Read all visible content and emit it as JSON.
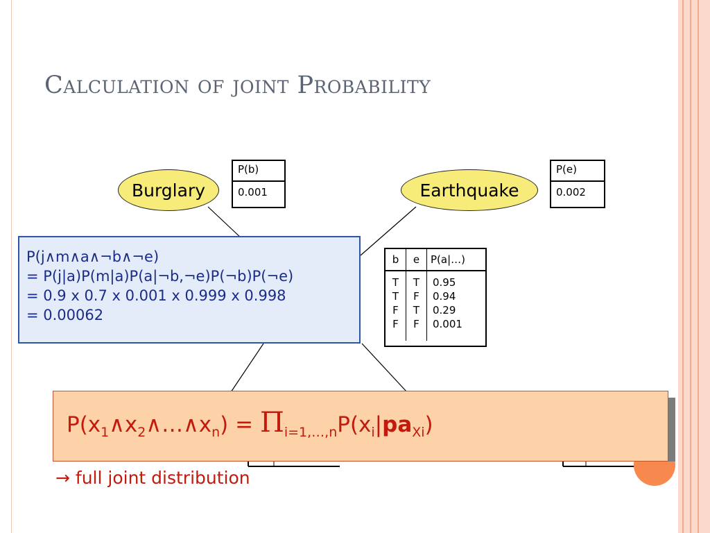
{
  "title": "Calculation of joint Probability",
  "nodes": {
    "burglary": "Burglary",
    "earthquake": "Earthquake"
  },
  "cpt_b": {
    "header": "P(b)",
    "value": "0.001"
  },
  "cpt_e": {
    "header": "P(e)",
    "value": "0.002"
  },
  "cpt_a": {
    "headers": [
      "b",
      "e",
      "P(a|…)"
    ],
    "rows": [
      [
        "T",
        "T",
        "0.95"
      ],
      [
        "T",
        "F",
        "0.94"
      ],
      [
        "F",
        "T",
        "0.29"
      ],
      [
        "F",
        "F",
        "0.001"
      ]
    ]
  },
  "calculation": {
    "line1": "P(j∧m∧a∧¬b∧¬e)",
    "line2": "= P(j|a)P(m|a)P(a|¬b,¬e)P(¬b)P(¬e)",
    "line3": "= 0.9 x 0.7 x 0.001 x 0.999 x 0.998",
    "line4": "= 0.00062"
  },
  "formula": {
    "lhs_p": "P(x",
    "sub1": "1",
    "and1": "∧x",
    "sub2": "2",
    "and2": "∧…∧x",
    "subn": "n",
    "eq": ") = ",
    "pi": "Π",
    "pi_sub": "i=1,…,n",
    "rhs_p": "P(x",
    "sub_i": "i",
    "bar": "|",
    "pa": "pa",
    "pa_sub": "Xi",
    "close": ")"
  },
  "full_joint": "→ full joint distribution",
  "colors": {
    "node_fill": "#f7ec7a",
    "calc_fill": "#e4ecfa",
    "calc_border": "#2e55a6",
    "formula_fill": "#fdd2a8",
    "accent_red": "#c21a0c"
  }
}
